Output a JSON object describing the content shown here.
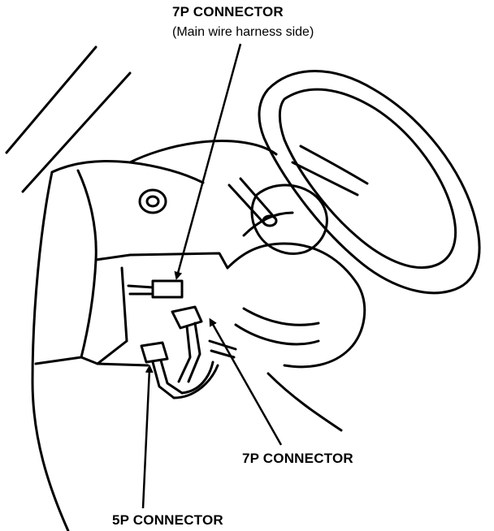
{
  "labels": {
    "connector_7p_top": "7P CONNECTOR",
    "connector_7p_top_sub": "(Main wire harness side)",
    "connector_7p_lower": "7P CONNECTOR",
    "connector_5p": "5P CONNECTOR"
  },
  "colors": {
    "ink": "#000000",
    "paper": "#ffffff"
  }
}
